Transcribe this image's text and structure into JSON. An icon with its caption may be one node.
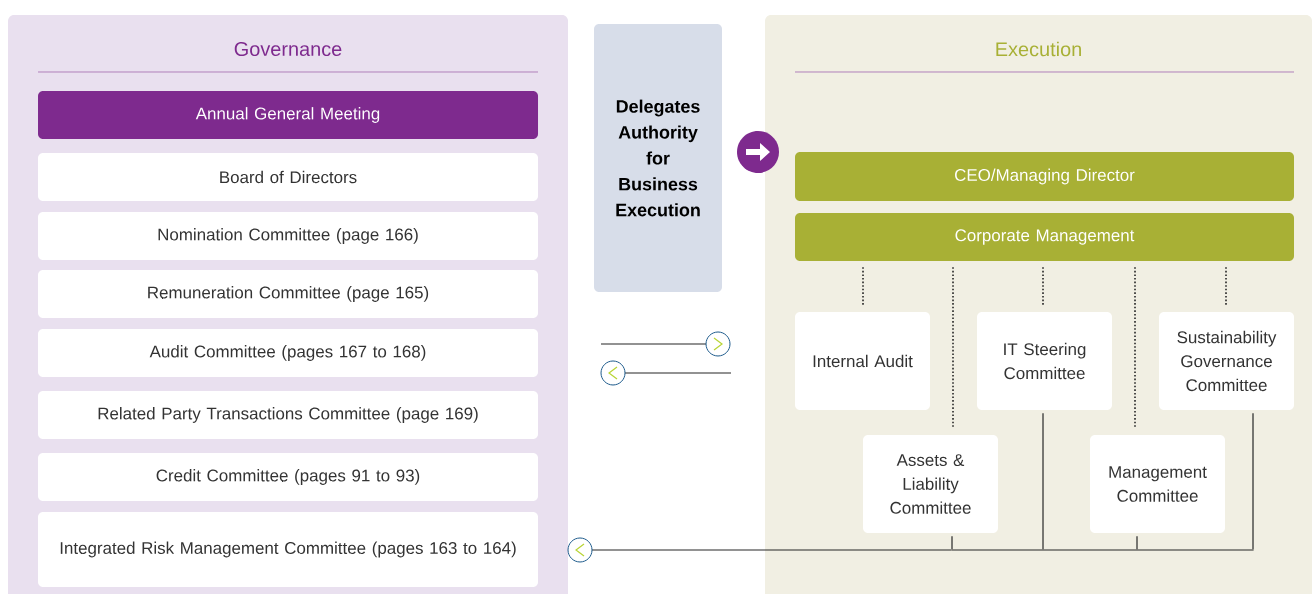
{
  "diagram": {
    "nodes": [
      {
        "text": [
          "Governance"
        ]
      },
      {
        "text": [
          "Annual General Meeting"
        ],
        "in": 0
      },
      {
        "text": [
          "Board of Directors"
        ],
        "in": 0
      },
      {
        "text": [
          "Nomination Committee (page 166)"
        ],
        "in": 0
      },
      {
        "text": [
          "Remuneration Committee (page 165)"
        ],
        "in": 0
      },
      {
        "text": [
          "Audit Committee (pages 167 to 168)"
        ],
        "in": 0
      },
      {
        "text": [
          "Related Party Transactions Committee (page 169)"
        ],
        "in": 0
      },
      {
        "text": [
          "Credit Committee (pages 91 to 93)"
        ],
        "in": 0
      },
      {
        "text": [
          "Integrated Risk Management Committee (pages 163 to 164)"
        ],
        "in": 0
      },
      {
        "text": [
          "Delegates Authority for Business Execution"
        ]
      },
      {
        "text": [
          "Execution"
        ]
      },
      {
        "text": [
          "CEO/Managing Director"
        ],
        "in": 10
      },
      {
        "text": [
          "Corporate Management"
        ],
        "in": 10
      },
      {
        "text": [
          "Internal Audit"
        ],
        "in": 10
      },
      {
        "text": [
          "IT Steering Committee"
        ],
        "in": 10
      },
      {
        "text": [
          "Sustainability Governance Committee"
        ],
        "in": 10
      },
      {
        "text": [
          "Assets & Liability Committee"
        ],
        "in": 10
      },
      {
        "text": [
          "Management Committee"
        ],
        "in": 10
      },
      {
        "text": [],
        "shape": "bar",
        "in": 10
      }
    ],
    "edges": [
      {
        "from": 12,
        "to": 13,
        "arrow": "none",
        "style": "dashed"
      },
      {
        "from": 12,
        "to": 16,
        "arrow": "none",
        "style": "dashed"
      },
      {
        "from": 12,
        "to": 14,
        "arrow": "none",
        "style": "dashed"
      },
      {
        "from": 12,
        "to": 17,
        "arrow": "none",
        "style": "dashed"
      },
      {
        "from": 12,
        "to": 15,
        "arrow": "none",
        "style": "dashed"
      },
      {
        "from": 16,
        "to": 18,
        "arrow": "none"
      },
      {
        "from": 14,
        "to": 18,
        "arrow": "none"
      },
      {
        "from": 17,
        "to": 18,
        "arrow": "none"
      },
      {
        "from": 15,
        "to": 18,
        "arrow": "none"
      },
      {
        "from": 18,
        "to": 0,
        "arrow": "to"
      }
    ]
  }
}
